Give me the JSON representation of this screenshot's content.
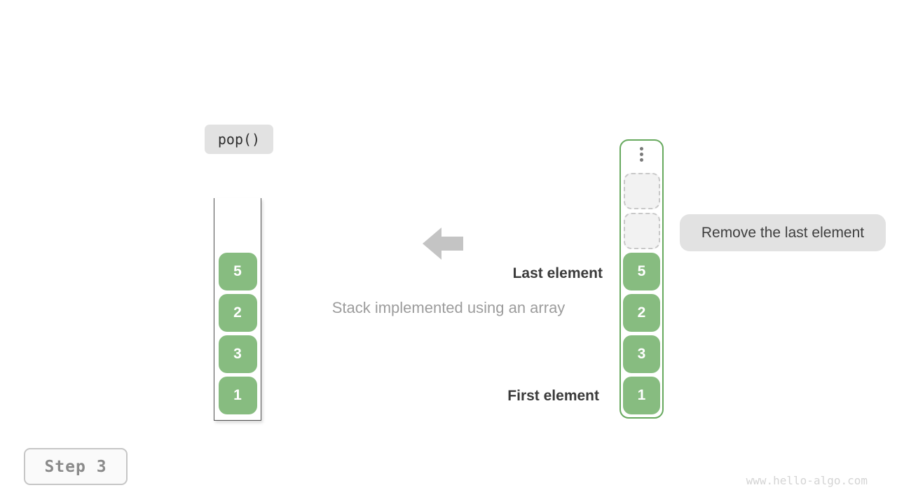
{
  "operation_label": "pop()",
  "left_stack": {
    "items": [
      "5",
      "2",
      "3",
      "1"
    ]
  },
  "right_array": {
    "empty_slot_count": 2,
    "items": [
      "5",
      "2",
      "3",
      "1"
    ]
  },
  "annotations": {
    "last_element": "Last element",
    "first_element": "First element",
    "caption": "Stack implemented using an array",
    "remove_note": "Remove the last element"
  },
  "step_label": "Step 3",
  "watermark": "www.hello-algo.com",
  "colors": {
    "cell_green": "#87bc80",
    "container_border_green": "#67a95e",
    "label_bg_gray": "#e2e2e2",
    "arrow_gray": "#c4c4c4",
    "text_dark": "#3a3a3a",
    "text_gray": "#9c9c9c",
    "step_text_gray": "#8a8a8a",
    "watermark_gray": "#d4d4d4"
  }
}
